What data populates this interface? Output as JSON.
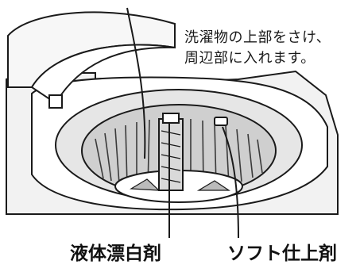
{
  "instruction_note": {
    "line_1": "洗濯物の上部をさけ、",
    "line_2": "周辺部に入れます。"
  },
  "labels": {
    "liquid_bleach": "液体漂白剤",
    "softener": "ソフト仕上剤"
  },
  "colors": {
    "line": "#1a1a1a",
    "machine_fill": "#f2f2f2",
    "drum_shadow": "#c8c8c8",
    "pipe_fill": "#d9d9d9"
  }
}
